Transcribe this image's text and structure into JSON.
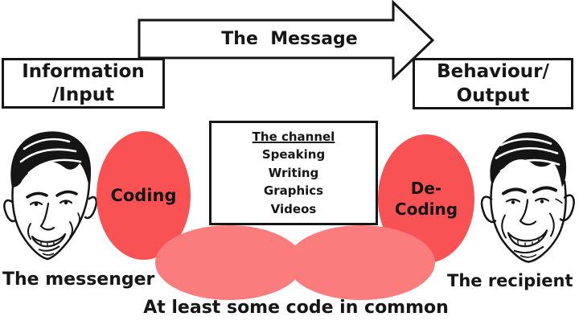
{
  "diagram": {
    "message_arrow": {
      "label": "The  Message"
    },
    "input_box": {
      "line1": "Information",
      "line2": "/Input"
    },
    "output_box": {
      "line1": "Behaviour/",
      "line2": "Output"
    },
    "channel_box": {
      "title": "The channel",
      "items": [
        "Speaking",
        "Writing",
        "Graphics",
        "Videos"
      ]
    },
    "coding_ellipse": {
      "label": "Coding"
    },
    "decoding_ellipse": {
      "line1": "De-",
      "line2": "Coding"
    },
    "messenger_label": "The messenger",
    "recipient_label": "The recipient",
    "common_code_label": "At least some code in common",
    "colors": {
      "ellipse_red": "#f95254",
      "ellipse_pink": "#fa7c7c",
      "text": "#161616",
      "border": "#161616",
      "background": "#ffffff"
    }
  }
}
